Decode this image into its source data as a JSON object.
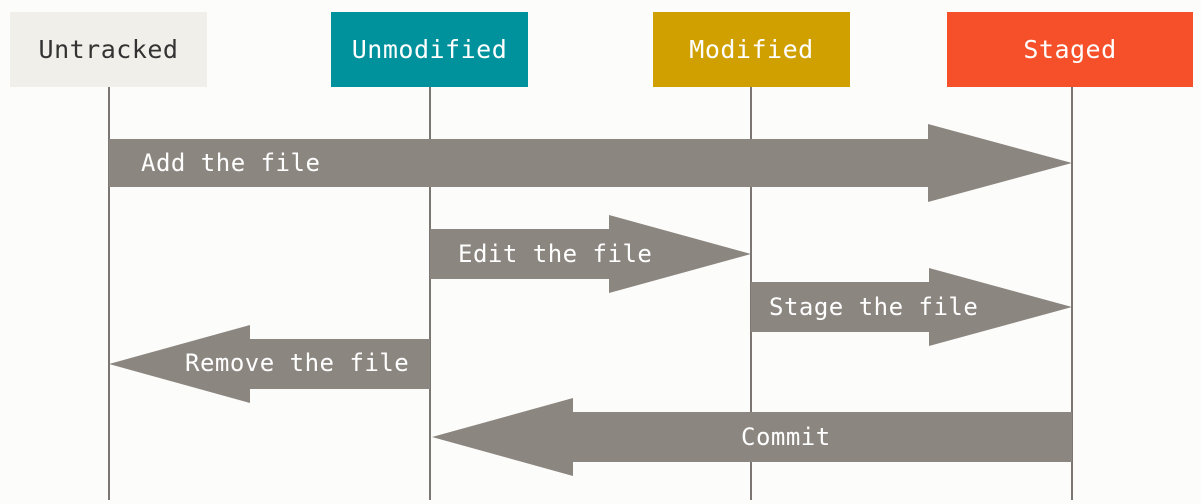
{
  "states": [
    {
      "id": "untracked",
      "label": "Untracked",
      "bg": "#f0efe9",
      "fg": "#333333"
    },
    {
      "id": "unmodified",
      "label": "Unmodified",
      "bg": "#00929c",
      "fg": "#ffffff"
    },
    {
      "id": "modified",
      "label": "Modified",
      "bg": "#cfa000",
      "fg": "#ffffff"
    },
    {
      "id": "staged",
      "label": "Staged",
      "bg": "#f55029",
      "fg": "#ffffff"
    }
  ],
  "transitions": [
    {
      "id": "add-the-file",
      "label": "Add the file",
      "from": "untracked",
      "to": "staged"
    },
    {
      "id": "edit-the-file",
      "label": "Edit the file",
      "from": "unmodified",
      "to": "modified"
    },
    {
      "id": "stage-the-file",
      "label": "Stage the file",
      "from": "modified",
      "to": "staged"
    },
    {
      "id": "remove-the-file",
      "label": "Remove the file",
      "from": "unmodified",
      "to": "untracked"
    },
    {
      "id": "commit",
      "label": "Commit",
      "from": "staged",
      "to": "unmodified"
    }
  ],
  "colors": {
    "arrow": "#8c8680",
    "lifeline": "#7b7672",
    "background": "#fcfcfa"
  }
}
